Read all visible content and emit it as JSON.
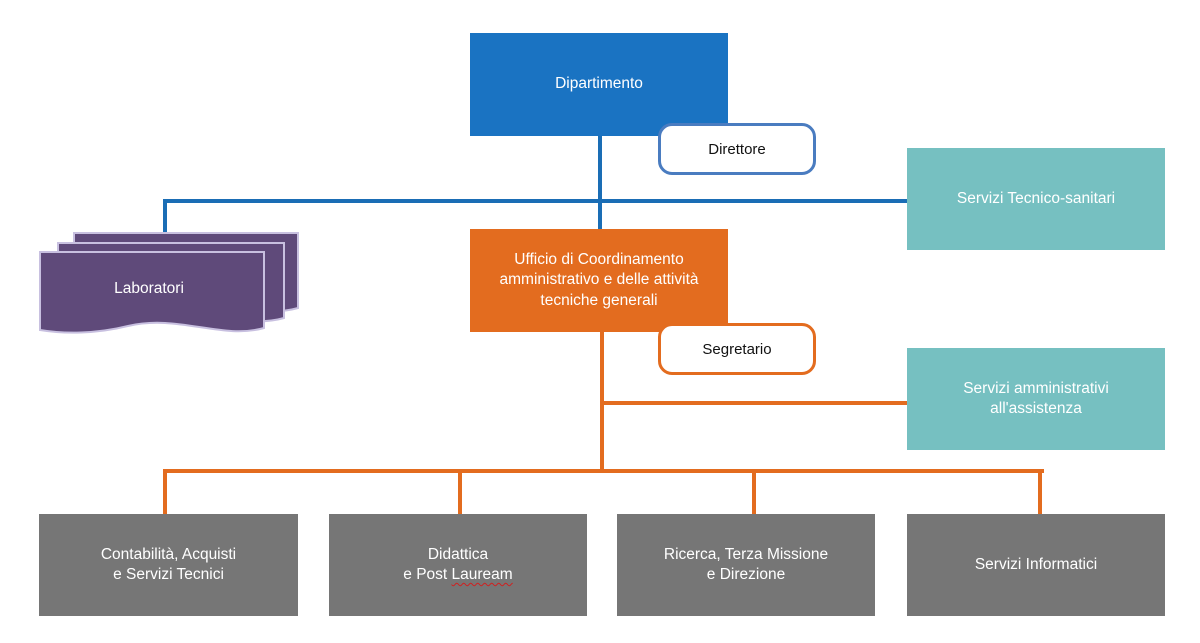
{
  "colors": {
    "blue": "#1a73c2",
    "blue_border": "#4a7cc0",
    "orange": "#e36c1f",
    "teal": "#76c0c1",
    "gray": "#767676",
    "purple": "#5f4a7a",
    "line_blue": "#1a6db5"
  },
  "nodes": {
    "dipartimento": "Dipartimento",
    "direttore": "Direttore",
    "servizi_tecnico_sanitari": "Servizi Tecnico-sanitari",
    "laboratori": "Laboratori",
    "ufficio": "Ufficio di Coordinamento\namministrativo e delle attività\ntecniche generali",
    "segretario": "Segretario",
    "servizi_amministrativi": "Servizi amministrativi\nall'assistenza",
    "contabilita": "Contabilità, Acquisti\ne Servizi Tecnici",
    "didattica_line1": "Didattica",
    "didattica_line2_prefix": "e Post ",
    "didattica_line2_word": "Lauream",
    "ricerca": "Ricerca, Terza Missione\ne Direzione",
    "servizi_informatici": "Servizi Informatici"
  }
}
